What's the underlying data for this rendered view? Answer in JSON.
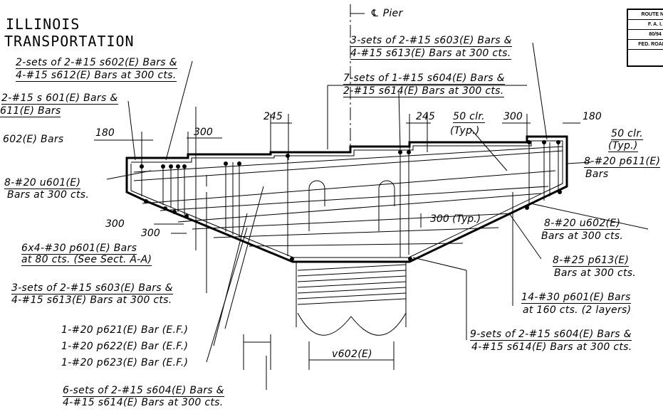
{
  "agency": {
    "line1": "ILLINOIS",
    "line2": "TRANSPORTATION"
  },
  "title_block": {
    "route_label": "ROUTE NO.",
    "fai_label": "F. A. I.",
    "fai_value": "80/94",
    "fed_road": "FED. ROAD DI"
  },
  "centerline": "℄ Pier",
  "dimensions": {
    "d245_left": "245",
    "d245_right": "245",
    "d180_left": "180",
    "d300_top": "300",
    "d300_right": "300",
    "d180_right": "180",
    "d300_a": "300",
    "d300_b": "300",
    "d300_typ": "300 (Typ.)"
  },
  "labels": {
    "s603_top_1": "3-sets of 2-#15 s603(E) Bars &",
    "s603_top_2": "4-#15 s613(E) Bars at 300 cts.",
    "s602_1": "2-sets of 2-#15 s602(E) Bars &",
    "s602_2": "4-#15 s612(E) Bars at 300 cts.",
    "s604_top_1": "7-sets of 1-#15 s604(E) Bars &",
    "s604_top_2": "2-#15 s614(E) Bars at 300 cts.",
    "s601_1": "2-#15 s 601(E) Bars &",
    "s601_2": "611(E) Bars",
    "v602_left": "602(E) Bars",
    "clr_left_1": "50 clr.",
    "clr_left_2": "(Typ.)",
    "clr_right_1": "50 clr.",
    "clr_right_2": "(Typ.)",
    "p611_1": "8-#20 p611(E)",
    "p611_2": "Bars",
    "u601_1": "8-#20 u601(E)",
    "u601_2": "Bars at 300 cts.",
    "u602_1": "8-#20 u602(E)",
    "u602_2": "Bars at 300 cts.",
    "p601_1": "6x4-#30 p601(E) Bars",
    "p601_2": "at 80 cts. (See Sect. A-A)",
    "p613_1": "8-#25 p613(E)",
    "p613_2": "Bars at 300 cts.",
    "s603_bot_1": "3-sets of 2-#15 s603(E) Bars &",
    "s603_bot_2": "4-#15 s613(E) Bars at 300 cts.",
    "p601b_1": "14-#30 p601(E) Bars",
    "p601b_2": "at 160 cts. (2 layers)",
    "p621": "1-#20 p621(E) Bar (E.F.)",
    "p622": "1-#20 p622(E) Bar (E.F.)",
    "p623": "1-#20 p623(E) Bar (E.F.)",
    "s604_right_1": "9-sets of 2-#15 s604(E) Bars &",
    "s604_right_2": "4-#15 s614(E) Bars at 300 cts.",
    "v602_bottom": "v602(E)",
    "s604_bot_1": "6-sets of 2-#15 s604(E) Bars &",
    "s604_bot_2": "4-#15 s614(E) Bars at 300 cts."
  }
}
